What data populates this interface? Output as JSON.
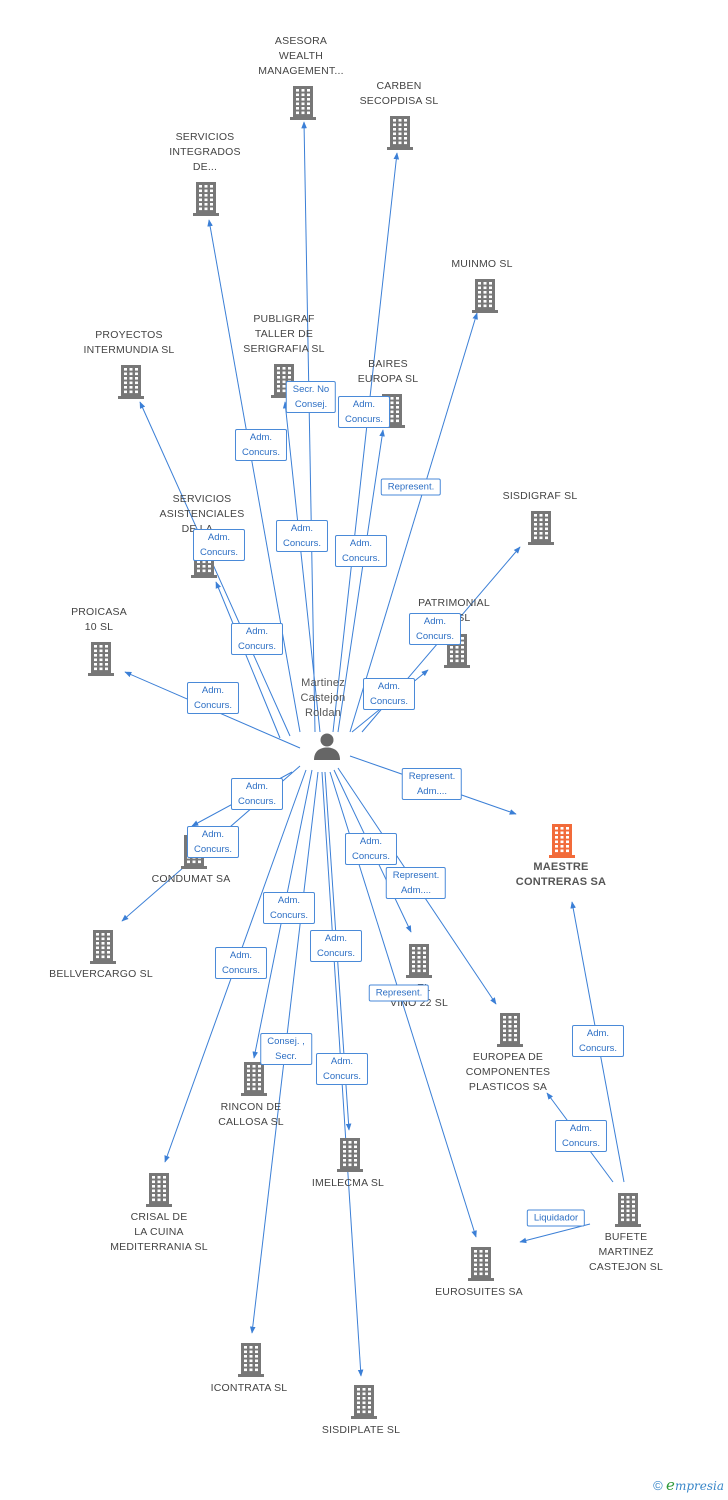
{
  "colors": {
    "edge": "#3b7fd6",
    "building": "#777777",
    "building_main": "#f26b3a",
    "person": "#666666",
    "label": "#444444"
  },
  "person": {
    "label": [
      "Martinez",
      "Castejon",
      "Roldan"
    ],
    "icon": "person-icon"
  },
  "nodes": [
    {
      "id": "asesora",
      "label": [
        "ASESORA",
        "WEALTH",
        "MANAGEMENT..."
      ]
    },
    {
      "id": "carben",
      "label": [
        "CARBEN",
        "SECOPDISA SL"
      ]
    },
    {
      "id": "servicios_integrados",
      "label": [
        "SERVICIOS",
        "INTEGRADOS",
        "DE..."
      ]
    },
    {
      "id": "muinmo",
      "label": [
        "MUINMO SL"
      ]
    },
    {
      "id": "proyectos",
      "label": [
        "PROYECTOS",
        "INTERMUNDIA SL"
      ]
    },
    {
      "id": "publigraf",
      "label": [
        "PUBLIGRAF",
        "TALLER DE",
        "SERIGRAFIA SL"
      ]
    },
    {
      "id": "baires",
      "label": [
        "BAIRES",
        "EUROPA SL"
      ]
    },
    {
      "id": "sisdigraf",
      "label": [
        "SISDIGRAF SL"
      ]
    },
    {
      "id": "servicios_asistenciales",
      "label": [
        "SERVICIOS",
        "ASISTENCIALES",
        "DE LA..."
      ]
    },
    {
      "id": "patrimonial",
      "label": [
        "PATRIMONIAL",
        "...S SL"
      ]
    },
    {
      "id": "proicasa",
      "label": [
        "PROICASA",
        "10 SL"
      ]
    },
    {
      "id": "maestre",
      "label": [
        "MAESTRE",
        "CONTRERAS SA"
      ]
    },
    {
      "id": "condumat",
      "label": [
        "CONDUMAT SA"
      ]
    },
    {
      "id": "bellvercargo",
      "label": [
        "BELLVERCARGO SL"
      ]
    },
    {
      "id": "vino",
      "label": [
        "...EL",
        "VINO 22 SL"
      ]
    },
    {
      "id": "europea",
      "label": [
        "EUROPEA DE",
        "COMPONENTES",
        "PLASTICOS SA"
      ]
    },
    {
      "id": "rincon",
      "label": [
        "RINCON DE",
        "CALLOSA SL"
      ]
    },
    {
      "id": "imelecma",
      "label": [
        "IMELECMA SL"
      ]
    },
    {
      "id": "crisal",
      "label": [
        "CRISAL DE",
        "LA CUINA",
        "MEDITERRANIA SL"
      ]
    },
    {
      "id": "bufete",
      "label": [
        "BUFETE",
        "MARTINEZ",
        "CASTEJON SL"
      ]
    },
    {
      "id": "eurosuites",
      "label": [
        "EUROSUITES SA"
      ]
    },
    {
      "id": "icontrata",
      "label": [
        "ICONTRATA SL"
      ]
    },
    {
      "id": "sisdiplate",
      "label": [
        "SISDIPLATE SL"
      ]
    }
  ],
  "edge_labels": [
    {
      "id": "secr_no_consej",
      "text": [
        "Secr. No",
        "Consej."
      ]
    },
    {
      "id": "adm_baires",
      "text": [
        "Adm.",
        "Concurs."
      ]
    },
    {
      "id": "adm_servint",
      "text": [
        "Adm.",
        "Concurs."
      ]
    },
    {
      "id": "represent_muinmo",
      "text": [
        "Represent."
      ]
    },
    {
      "id": "adm_publigraf",
      "text": [
        "Adm.",
        "Concurs."
      ]
    },
    {
      "id": "adm_carben",
      "text": [
        "Adm.",
        "Concurs."
      ]
    },
    {
      "id": "adm_proyectos",
      "text": [
        "Adm.",
        "Concurs."
      ]
    },
    {
      "id": "adm_servasist",
      "text": [
        "Adm.",
        "Concurs."
      ]
    },
    {
      "id": "adm_sisdigraf",
      "text": [
        "Adm.",
        "Concurs."
      ]
    },
    {
      "id": "adm_proicasa",
      "text": [
        "Adm.",
        "Concurs."
      ]
    },
    {
      "id": "adm_patrimonial",
      "text": [
        "Adm.",
        "Concurs."
      ]
    },
    {
      "id": "represent_adm_maestre",
      "text": [
        "Represent.",
        "Adm...."
      ]
    },
    {
      "id": "adm_bellver",
      "text": [
        "Adm.",
        "Concurs."
      ]
    },
    {
      "id": "adm_condumat",
      "text": [
        "Adm.",
        "Concurs."
      ]
    },
    {
      "id": "adm_vino",
      "text": [
        "Adm.",
        "Concurs."
      ]
    },
    {
      "id": "represent_adm_europea",
      "text": [
        "Represent.",
        "Adm...."
      ]
    },
    {
      "id": "adm_rincon",
      "text": [
        "Adm.",
        "Concurs."
      ]
    },
    {
      "id": "adm_imelecma1",
      "text": [
        "Adm.",
        "Concurs."
      ]
    },
    {
      "id": "adm_crisal",
      "text": [
        "Adm.",
        "Concurs."
      ]
    },
    {
      "id": "represent_eurosuites",
      "text": [
        "Represent."
      ]
    },
    {
      "id": "consej_secr",
      "text": [
        "Consej. ,",
        "Secr."
      ]
    },
    {
      "id": "adm_imelecma2",
      "text": [
        "Adm.",
        "Concurs."
      ]
    },
    {
      "id": "adm_bufete_maestre",
      "text": [
        "Adm.",
        "Concurs."
      ]
    },
    {
      "id": "adm_bufete_europea",
      "text": [
        "Adm.",
        "Concurs."
      ]
    },
    {
      "id": "liquidador",
      "text": [
        "Liquidador"
      ]
    }
  ],
  "footer": {
    "copyright": "©",
    "brand_e": "e",
    "brand_rest": "mpresia"
  }
}
